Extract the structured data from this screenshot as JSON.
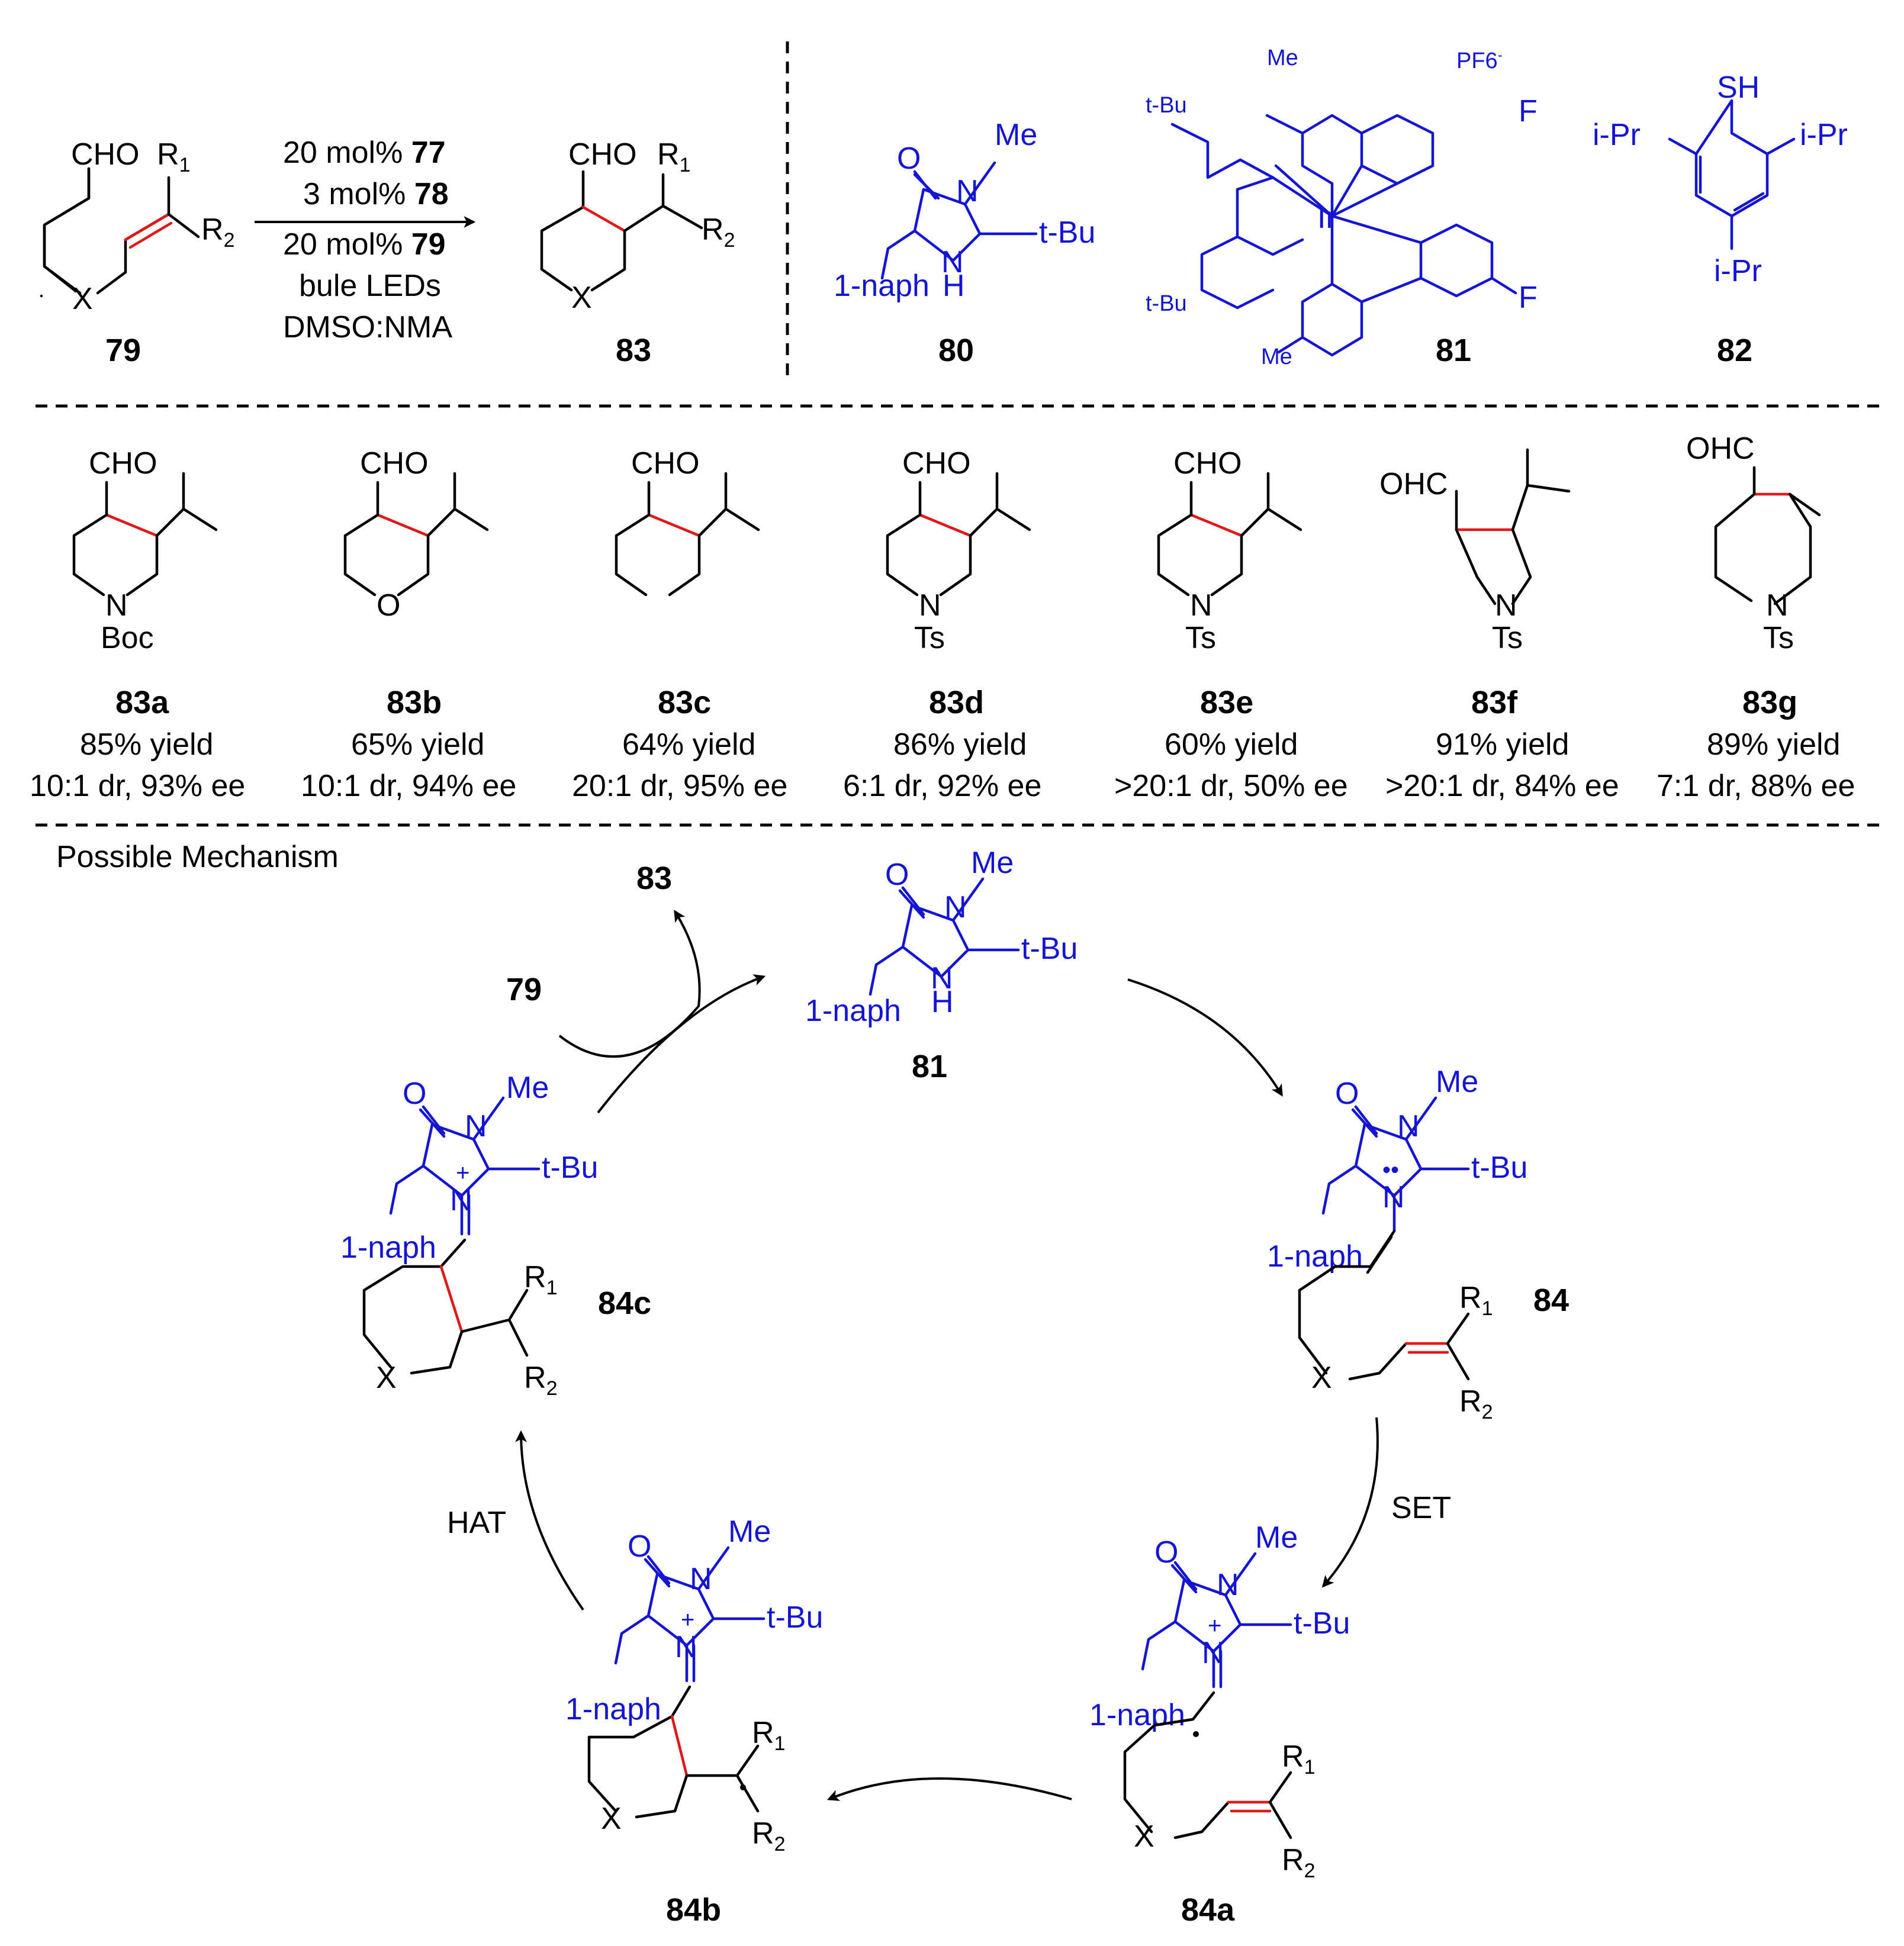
{
  "reaction": {
    "conditions": [
      {
        "pre": "20 mol% ",
        "bold": "77"
      },
      {
        "pre": "3 mol% ",
        "bold": "78"
      },
      {
        "pre": "20 mol% ",
        "bold": "79"
      },
      {
        "pre": "bule LEDs",
        "bold": ""
      },
      {
        "pre": "DMSO:NMA",
        "bold": ""
      }
    ],
    "sm_label": "79",
    "product_label": "83"
  },
  "catalysts": {
    "amine_label": "80",
    "iridium_label": "81",
    "thiol_label": "82",
    "pf6": "PF6",
    "ir": "Ir"
  },
  "scope": [
    {
      "id": "83a",
      "yield": "85% yield",
      "sel": "10:1 dr, 93% ee",
      "hetero": "N",
      "pg": "Boc"
    },
    {
      "id": "83b",
      "yield": "65% yield",
      "sel": "10:1 dr, 94% ee",
      "hetero": "O",
      "pg": ""
    },
    {
      "id": "83c",
      "yield": "64% yield",
      "sel": "20:1 dr, 95% ee",
      "hetero": "",
      "pg": ""
    },
    {
      "id": "83d",
      "yield": "86% yield",
      "sel": "6:1 dr, 92% ee",
      "hetero": "N",
      "pg": "Ts"
    },
    {
      "id": "83e",
      "yield": "60% yield",
      "sel": ">20:1 dr, 50% ee",
      "hetero": "N",
      "pg": "Ts"
    },
    {
      "id": "83f",
      "yield": "91% yield",
      "sel": ">20:1 dr, 84% ee",
      "hetero": "N",
      "pg": "Ts"
    },
    {
      "id": "83g",
      "yield": "89% yield",
      "sel": "7:1 dr, 88% ee",
      "hetero": "N",
      "pg": "Ts"
    }
  ],
  "mechanism": {
    "title": "Possible Mechanism",
    "catalyst_label": "81",
    "product_label": "83",
    "substrate_label": "79",
    "set": "SET",
    "hat": "HAT",
    "int_84": "84",
    "int_84a": "84a",
    "int_84b": "84b",
    "int_84c": "84c"
  },
  "labels": {
    "cho": "CHO",
    "ohc": "OHC",
    "me": "Me",
    "tbu": "t-Bu",
    "naph": "1-naph",
    "o": "O",
    "n": "N",
    "h": "H",
    "x": "X",
    "sh": "SH",
    "ipr": "i-Pr",
    "f": "F",
    "r1": "R1",
    "r2": "R2",
    "plus": "+"
  },
  "colors": {
    "catalyst": "#1414d4",
    "new_bond": "#e01818",
    "ink": "#000000"
  }
}
